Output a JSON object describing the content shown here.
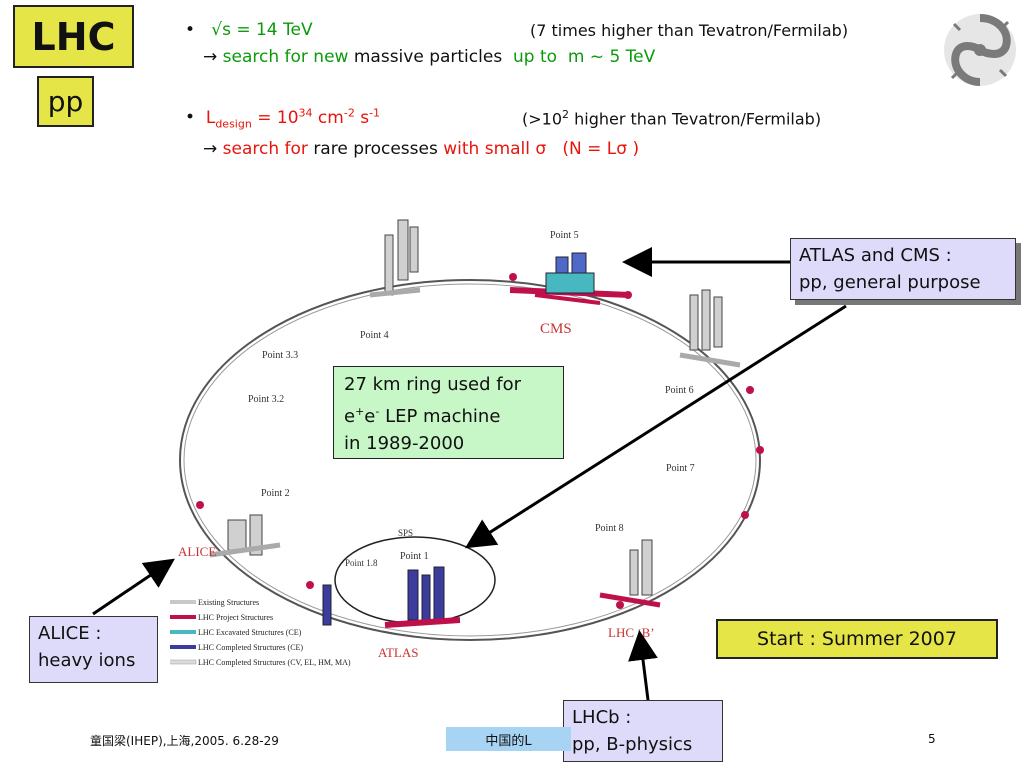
{
  "slide": {
    "title": "LHC",
    "subtitle": "pp",
    "bullet1": {
      "main": "√s = 14 TeV",
      "note": "(7 times higher than Tevatron/Fermilab)",
      "arrow": "→",
      "part_a": "search for new",
      "part_b": "massive particles",
      "part_c": "up to",
      "part_d": "m ~ 5 TeV"
    },
    "bullet2": {
      "l": "L",
      "l_sub": "design",
      "eq": "= 10",
      "exp": "34",
      "cm": "cm",
      "cm_exp": "-2",
      "s": "s",
      "s_exp": "-1",
      "note_a": "(>10",
      "note_exp": "2",
      "note_b": " higher than Tevatron/Fermilab)",
      "arrow": "→",
      "part_a": "search for",
      "part_b": "rare processes",
      "part_c": "with small σ",
      "part_d": "(N = Lσ )"
    },
    "callouts": {
      "atlas_cms_line1": "ATLAS and  CMS :",
      "atlas_cms_line2": "pp, general purpose",
      "alice_line1": "ALICE :",
      "alice_line2": "heavy ions",
      "lhcb_line1": "LHCb :",
      "lhcb_line2": "pp, B-physics",
      "ring_line1": "27 km ring used for",
      "ring_line2a": "e",
      "ring_line2_sup1": "+",
      "ring_line2b": "e",
      "ring_line2_sup2": "-",
      "ring_line2c": " LEP machine",
      "ring_line3": "in 1989-2000",
      "start": "Start : Summer 2007"
    },
    "diagram_labels": {
      "point5": "Point 5",
      "cms": "CMS",
      "point4": "Point 4",
      "point33": "Point 3.3",
      "point32": "Point 3.2",
      "point6": "Point 6",
      "point7": "Point 7",
      "point2": "Point 2",
      "alice": "ALICE",
      "sps": "SPS",
      "point1": "Point 1",
      "point18": "Point 1.8",
      "atlas": "ATLAS",
      "point8": "Point 8",
      "lhcb": "LHC ‘B’"
    },
    "legend": [
      {
        "label": "Existing Structures",
        "color": "#c8c8c8"
      },
      {
        "label": "LHC Project Structures",
        "color": "#c0104a"
      },
      {
        "label": "LHC Excavated Structures (CE)",
        "color": "#48b8c0"
      },
      {
        "label": "LHC Completed Structures (CE)",
        "color": "#3c3c9c"
      },
      {
        "label": "LHC Completed Structures (CV, EL, HM, MA)",
        "color": "#dcdcdc"
      }
    ],
    "footer": {
      "left": "童国梁(IHEP),上海,2005. 6.28-29",
      "middle": "中国的L",
      "page": "5"
    }
  }
}
